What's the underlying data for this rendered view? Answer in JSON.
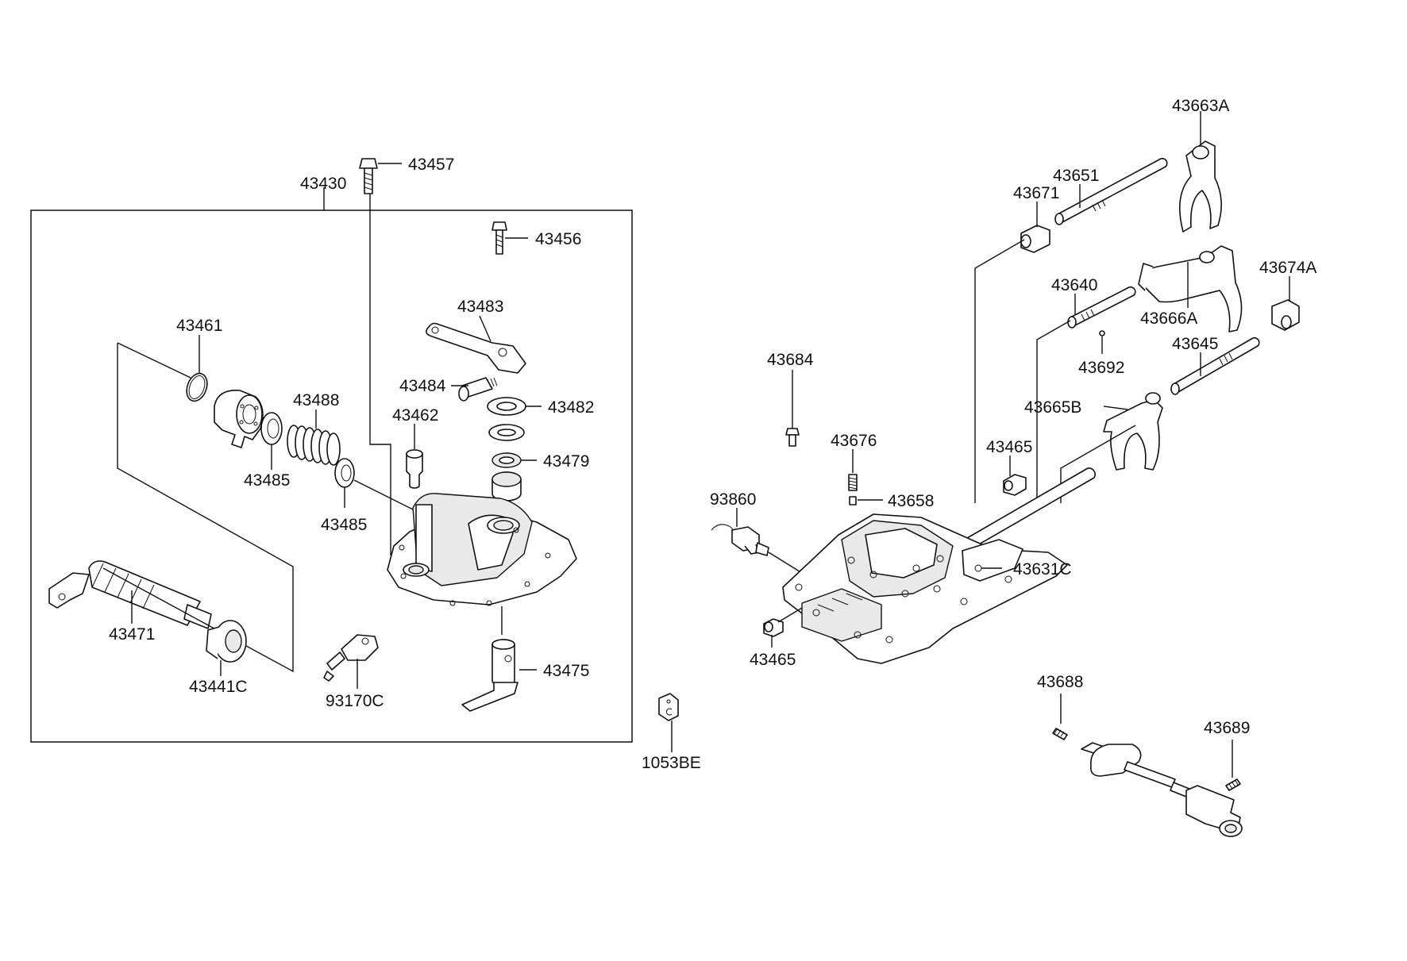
{
  "labels": {
    "p43457": "43457",
    "p43430": "43430",
    "p43456": "43456",
    "p43483": "43483",
    "p43461": "43461",
    "p43488": "43488",
    "p43484": "43484",
    "p43482": "43482",
    "p43462": "43462",
    "p43479": "43479",
    "p43485a": "43485",
    "p43485b": "43485",
    "p43471": "43471",
    "p43441C": "43441C",
    "p93170C": "93170C",
    "p43475": "43475",
    "p1053BE": "1053BE",
    "p43663A": "43663A",
    "p43651": "43651",
    "p43671": "43671",
    "p43674A": "43674A",
    "p43640": "43640",
    "p43666A": "43666A",
    "p43645": "43645",
    "p43684": "43684",
    "p43692": "43692",
    "p43665B": "43665B",
    "p43676": "43676",
    "p43465a": "43465",
    "p93860": "93860",
    "p43658": "43658",
    "p43631C": "43631C",
    "p43465b": "43465",
    "p43688": "43688",
    "p43689": "43689"
  }
}
